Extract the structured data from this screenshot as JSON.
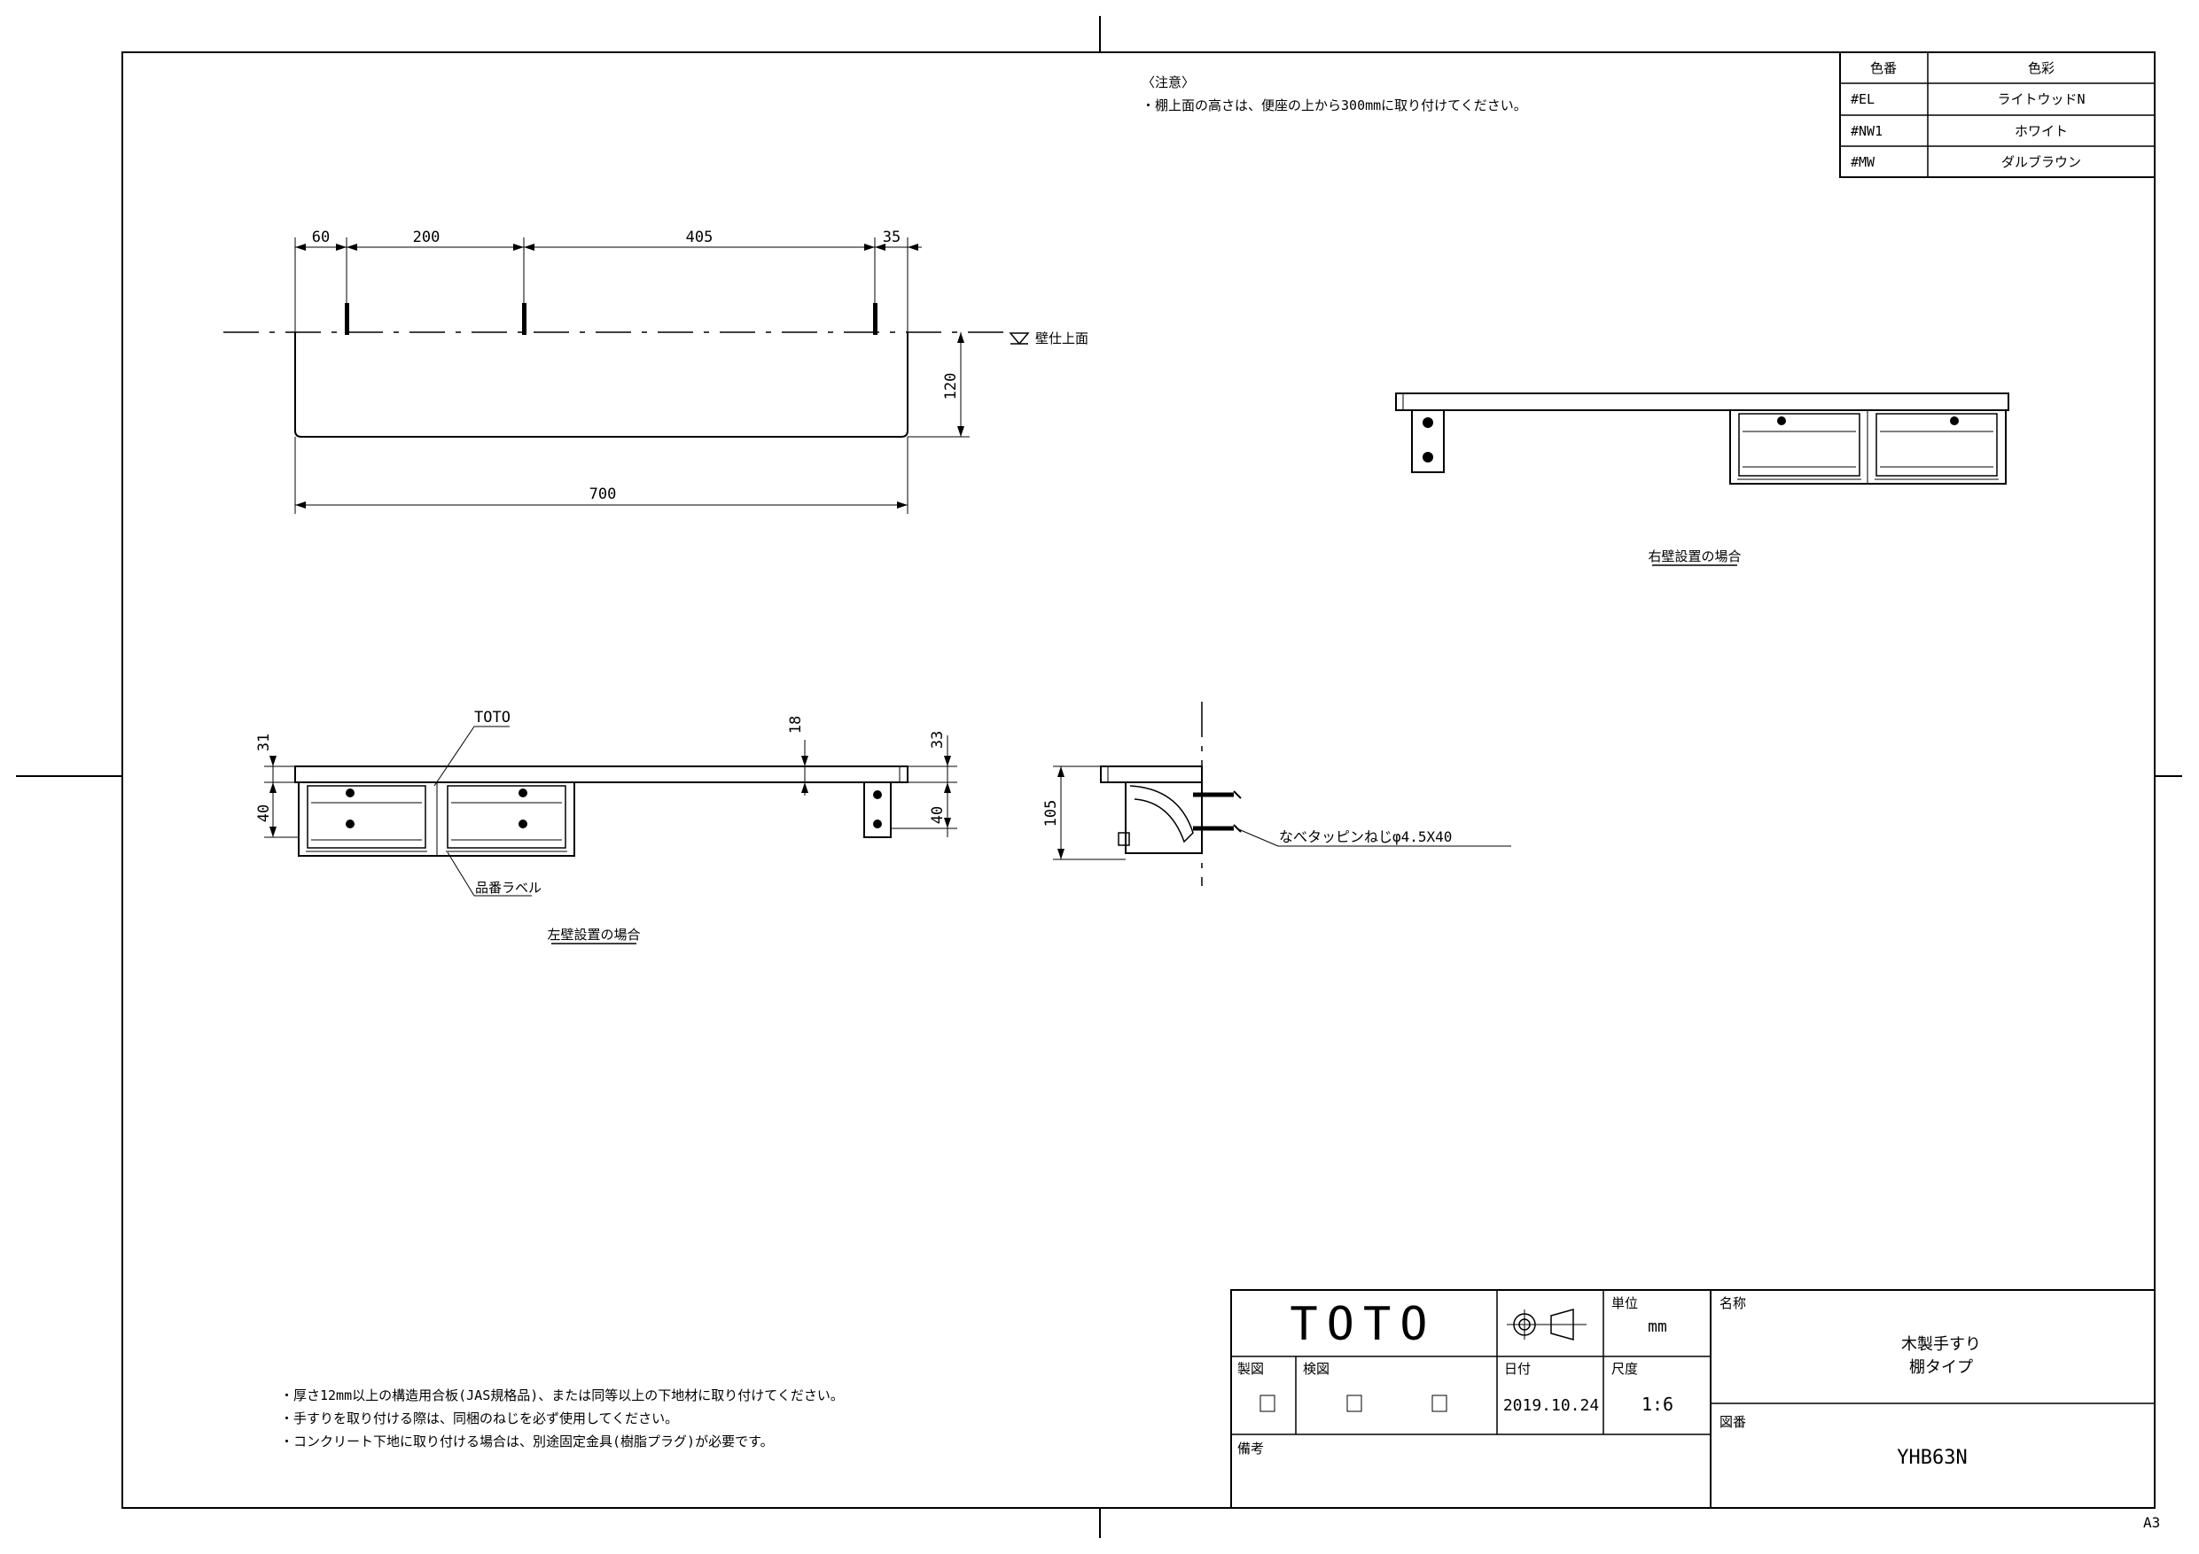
{
  "notes_top": {
    "heading": "〈注意〉",
    "line": "・棚上面の高さは、便座の上から300mmに取り付けてください。"
  },
  "color_table": {
    "headers": [
      "色番",
      "色彩"
    ],
    "rows": [
      {
        "code": "#EL",
        "name": "ライトウッドN"
      },
      {
        "code": "#NW1",
        "name": "ホワイト"
      },
      {
        "code": "#MW",
        "name": "ダルブラウン"
      }
    ]
  },
  "front_view": {
    "dims_top": [
      "60",
      "200",
      "405",
      "35"
    ],
    "dim_height": "120",
    "dim_width": "700",
    "wall_label": "壁仕上面"
  },
  "right_view": {
    "caption": "右壁設置の場合"
  },
  "left_view": {
    "brand_label": "TOTO",
    "label_tag": "品番ラベル",
    "caption": "左壁設置の場合",
    "dims": {
      "d31": "31",
      "d40a": "40",
      "d18": "18",
      "d33": "33",
      "d40b": "40"
    }
  },
  "side_view": {
    "dim_height": "105",
    "screw_label": "なべタッピンねじφ4.5X40"
  },
  "notes_bottom": [
    "・厚さ12mm以上の構造用合板(JAS規格品)、または同等以上の下地材に取り付けてください。",
    "・手すりを取り付ける際は、同梱のねじを必ず使用してください。",
    "・コンクリート下地に取り付ける場合は、別途固定金具(樹脂プラグ)が必要です。"
  ],
  "title_block": {
    "logo": "TOTO",
    "unit_label": "単位",
    "unit_value": "mm",
    "name_label": "名称",
    "name_line1": "木製手すり",
    "name_line2": "棚タイプ",
    "drawn_label": "製図",
    "checked_label": "検図",
    "date_label": "日付",
    "date_value": "2019.10.24",
    "scale_label": "尺度",
    "scale_value": "1:6",
    "drawing_no_label": "図番",
    "drawing_no_value": "YHB63N",
    "remarks_label": "備考"
  },
  "sheet_size": "A3"
}
